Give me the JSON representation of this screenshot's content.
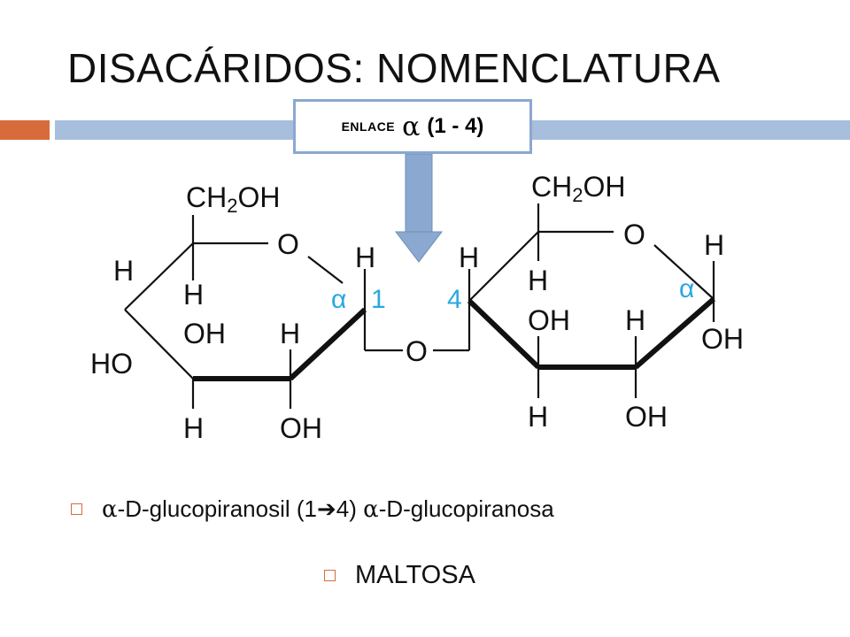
{
  "title": "DISACÁRIDOS: NOMENCLATURA",
  "callout": {
    "prefix": "ENLACE",
    "symbol": "α",
    "bond": "(1 - 4)"
  },
  "diagram": {
    "ring1": {
      "ch2oh": "CH2OH",
      "o": "O",
      "h_left": "H",
      "ho": "HO",
      "h_inner": "H",
      "oh_inner": "OH",
      "h_right_top": "H",
      "h_bottom_left": "H",
      "oh_bottom_right": "OH",
      "h_anomeric": "H",
      "alpha": "α",
      "pos": "1"
    },
    "bridge_o": "O",
    "ring2": {
      "ch2oh": "CH2OH",
      "o": "O",
      "h_c4": "H",
      "pos": "4",
      "h_inner": "H",
      "oh_inner": "OH",
      "h_right_top": "H",
      "h_bottom_left": "H",
      "oh_bottom_right": "OH",
      "h_anomeric": "H",
      "alpha": "α",
      "oh_anomeric": "OH"
    },
    "colors": {
      "blue": "#29a8e0",
      "arrow": "#8aa8d0"
    }
  },
  "bullets": {
    "line1": {
      "alpha1": "α",
      "part1": "-D-glucopiranosil  (1",
      "arrow": "➔",
      "part2": "4) ",
      "alpha2": "α",
      "part3": "-D-glucopiranosa"
    },
    "line2": "MALTOSA"
  }
}
